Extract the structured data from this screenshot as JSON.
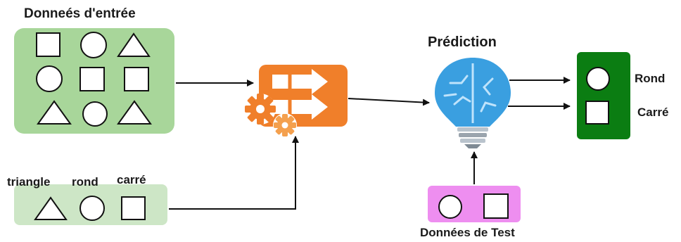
{
  "labels": {
    "input_title": "Donneés d'entrée",
    "label_triangle": "triangle",
    "label_rond": "rond",
    "label_carre": "carré",
    "prediction_title": "Prédiction",
    "output_rond": "Rond",
    "output_carre": "Carré",
    "test_title": "Données de Test"
  },
  "colors": {
    "input_box": "#a8d69a",
    "label_box": "#cde6c6",
    "model_orange": "#f07f2a",
    "model_orange_light": "#f4a04e",
    "bulb_blue": "#3a9fe0",
    "test_box": "#ee8ef0",
    "output_box": "#0b7d12",
    "arrow": "#111111"
  },
  "icons": [
    "model-training-icon",
    "gears-icon",
    "brain-bulb-icon"
  ]
}
